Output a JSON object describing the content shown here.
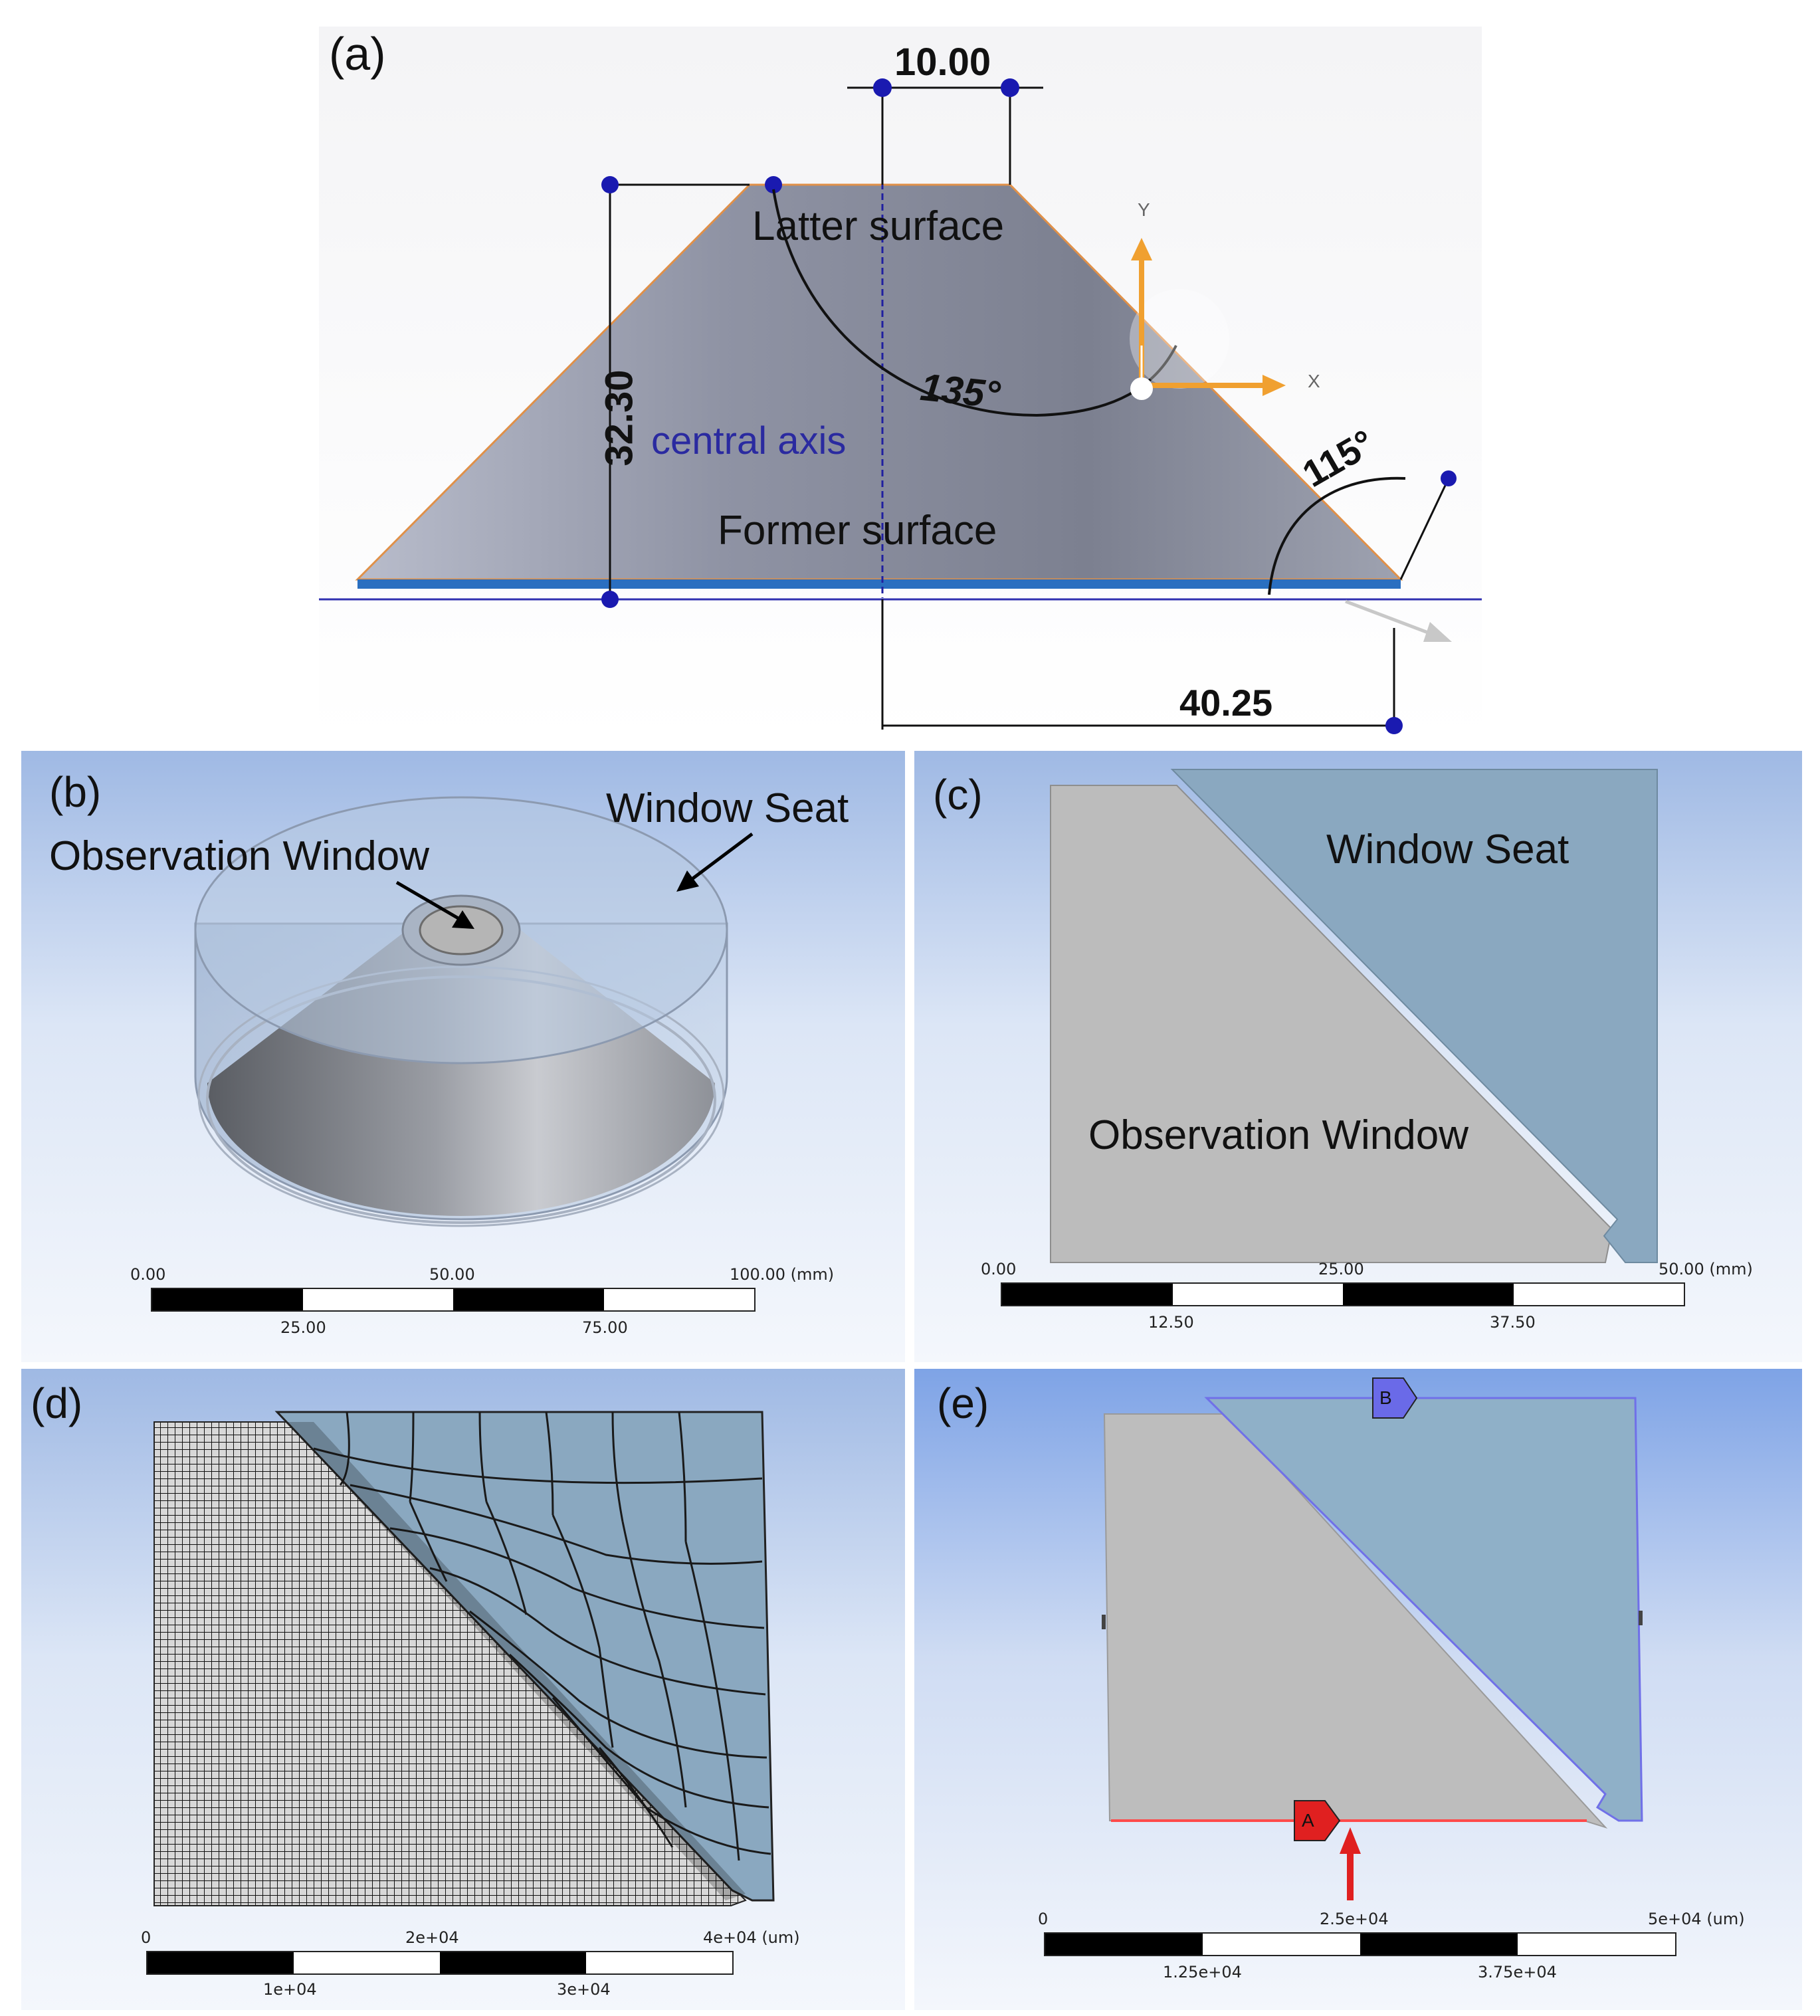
{
  "panel_a": {
    "label": "(a)",
    "dim_top": "10.00",
    "dim_height": "32.30",
    "dim_bottom": "40.25",
    "angle_top": "135°",
    "angle_side": "115°",
    "text_latter": "Latter surface",
    "text_former": "Former surface",
    "text_axis": "central axis",
    "axis_y": "Y",
    "axis_x": "X"
  },
  "panel_b": {
    "label": "(b)",
    "label_window_seat": "Window Seat",
    "label_observation": "Observation Window",
    "scale_top": [
      "0.00",
      "50.00",
      "100.00 (mm)"
    ],
    "scale_bottom": [
      "25.00",
      "75.00"
    ]
  },
  "panel_c": {
    "label": "(c)",
    "label_window_seat": "Window Seat",
    "label_observation": "Observation Window",
    "scale_top": [
      "0.00",
      "25.00",
      "50.00 (mm)"
    ],
    "scale_bottom": [
      "12.50",
      "37.50"
    ]
  },
  "panel_d": {
    "label": "(d)",
    "scale_top": [
      "0",
      "2e+04",
      "4e+04 (um)"
    ],
    "scale_bottom": [
      "1e+04",
      "3e+04"
    ]
  },
  "panel_e": {
    "label": "(e)",
    "tag_b": "B",
    "tag_a": "A",
    "scale_top": [
      "0",
      "2.5e+04",
      "5e+04 (um)"
    ],
    "scale_bottom": [
      "1.25e+04",
      "3.75e+04"
    ]
  },
  "colors": {
    "panel_bg_top": "#9fb9e4",
    "panel_bg_bottom": "#e9f0fa",
    "seat_blue": "#8aa8c0",
    "window_grey": "#bcbcbc",
    "marker_blue": "#1a1ab0",
    "orange": "#f0a030",
    "tag_red": "#e02020",
    "tag_blue": "#6a6ae8"
  }
}
